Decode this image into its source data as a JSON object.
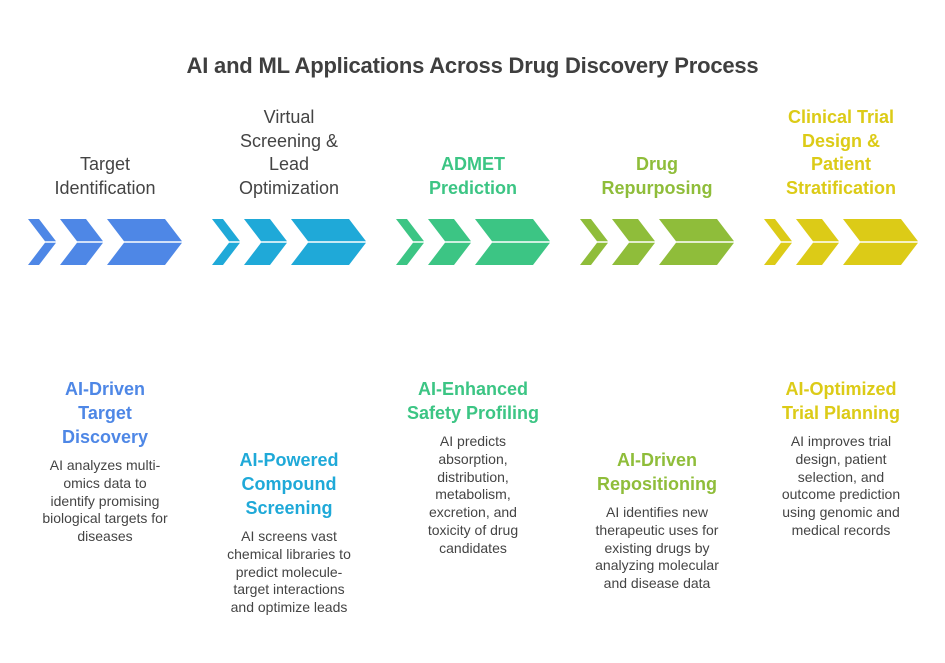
{
  "title": "AI and ML Applications Across Drug Discovery Process",
  "stages": [
    {
      "label_lines": [
        "",
        "",
        "Target",
        "Identification"
      ],
      "label": "Target Identification",
      "color": "#4E87E6",
      "label_style": "plain",
      "detail_title_lines": [
        "AI-Driven",
        "Target",
        "Discovery"
      ],
      "detail_text_lines": [
        "AI analyzes multi-",
        "omics data to",
        "identify promising",
        "biological targets for",
        "diseases"
      ]
    },
    {
      "label_lines": [
        "Virtual",
        "Screening &",
        "Lead",
        "Optimization"
      ],
      "label": "Virtual Screening & Lead Optimization",
      "color": "#1FA9D8",
      "label_style": "plain",
      "detail_title_lines": [
        "AI-Powered",
        "Compound",
        "Screening"
      ],
      "detail_text_lines": [
        "AI screens vast",
        "chemical libraries to",
        "predict molecule-",
        "target interactions",
        "and optimize leads"
      ]
    },
    {
      "label_lines": [
        "",
        "",
        "ADMET",
        "Prediction"
      ],
      "label": "ADMET Prediction",
      "color": "#3CC584",
      "label_style": "bold",
      "detail_title_lines": [
        "AI-Enhanced",
        "Safety Profiling"
      ],
      "detail_text_lines": [
        "AI predicts",
        "absorption,",
        "distribution,",
        "metabolism,",
        "excretion, and",
        "toxicity of drug",
        "candidates"
      ]
    },
    {
      "label_lines": [
        "",
        "",
        "Drug",
        "Repurposing"
      ],
      "label": "Drug Repurposing",
      "color": "#8FBD3A",
      "label_style": "bold",
      "detail_title_lines": [
        "AI-Driven",
        "Repositioning"
      ],
      "detail_text_lines": [
        "AI identifies new",
        "therapeutic uses for",
        "existing drugs by",
        "analyzing molecular",
        "and disease data"
      ]
    },
    {
      "label_lines": [
        "Clinical Trial",
        "Design &",
        "Patient",
        "Stratification"
      ],
      "label": "Clinical Trial Design & Patient Stratification",
      "color": "#DCCB17",
      "label_style": "bold",
      "detail_title_lines": [
        "AI-Optimized",
        "Trial Planning"
      ],
      "detail_text_lines": [
        "AI improves trial",
        "design, patient",
        "selection, and",
        "outcome prediction",
        "using genomic and",
        "medical records"
      ]
    }
  ]
}
